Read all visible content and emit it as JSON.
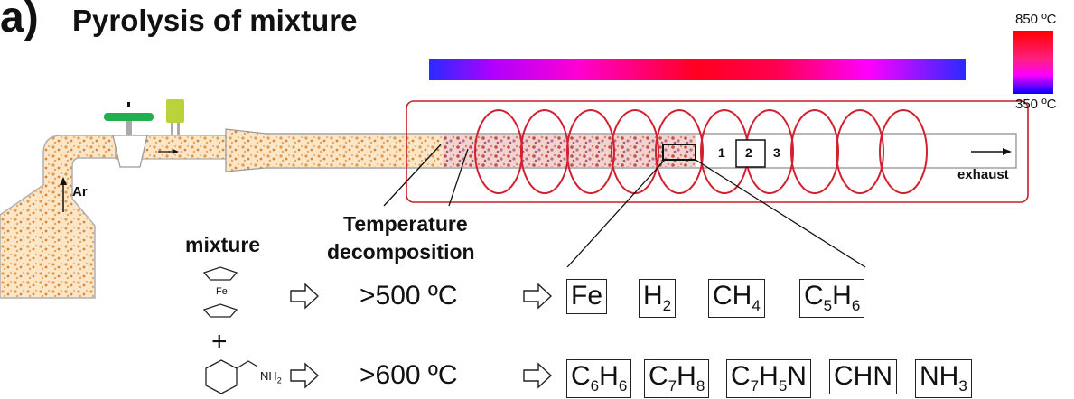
{
  "panel": {
    "letter": "a)",
    "title": "Pyrolysis of mixture"
  },
  "colorbar": {
    "max_label": "850 ºC",
    "min_label": "350 ºC",
    "colors": {
      "hot": "#ff0000",
      "mid": "#ff00ff",
      "cold": "#0000ff"
    }
  },
  "labels": {
    "ar": "Ar",
    "exhaust": "exhaust",
    "temperature": "Temperature",
    "decomposition": "decomposition",
    "mixture": "mixture",
    "fe_atom": "Fe",
    "nh2": "NH",
    "nh2_sub": "2",
    "plus": "+",
    "zone1": "1",
    "zone2": "2",
    "zone3": "3"
  },
  "reactions": [
    {
      "temp": ">500 ºC",
      "products": [
        {
          "main": "Fe",
          "parts": [
            [
              "Fe",
              ""
            ]
          ]
        },
        {
          "main": "H2",
          "parts": [
            [
              "H",
              "2"
            ]
          ]
        },
        {
          "main": "CH4",
          "parts": [
            [
              "CH",
              "4"
            ]
          ]
        },
        {
          "main": "C5H6",
          "parts": [
            [
              "C",
              "5"
            ],
            [
              "H",
              "6"
            ]
          ]
        }
      ]
    },
    {
      "temp": ">600 ºC",
      "products": [
        {
          "main": "C6H6",
          "parts": [
            [
              "C",
              "6"
            ],
            [
              "H",
              "6"
            ]
          ]
        },
        {
          "main": "C7H8",
          "parts": [
            [
              "C",
              "7"
            ],
            [
              "H",
              "8"
            ]
          ]
        },
        {
          "main": "C7H5N",
          "parts": [
            [
              "C",
              "7"
            ],
            [
              "H",
              "5"
            ],
            [
              "N",
              ""
            ]
          ]
        },
        {
          "main": "CHN",
          "parts": [
            [
              "CHN",
              ""
            ]
          ]
        },
        {
          "main": "NH3",
          "parts": [
            [
              "NH",
              "3"
            ]
          ]
        }
      ]
    }
  ],
  "colors": {
    "furnace": "#c8202a",
    "tube": "#999999",
    "powder": "#e8b06a",
    "valve": "#22b04a",
    "inlet": "#b9d33a"
  }
}
